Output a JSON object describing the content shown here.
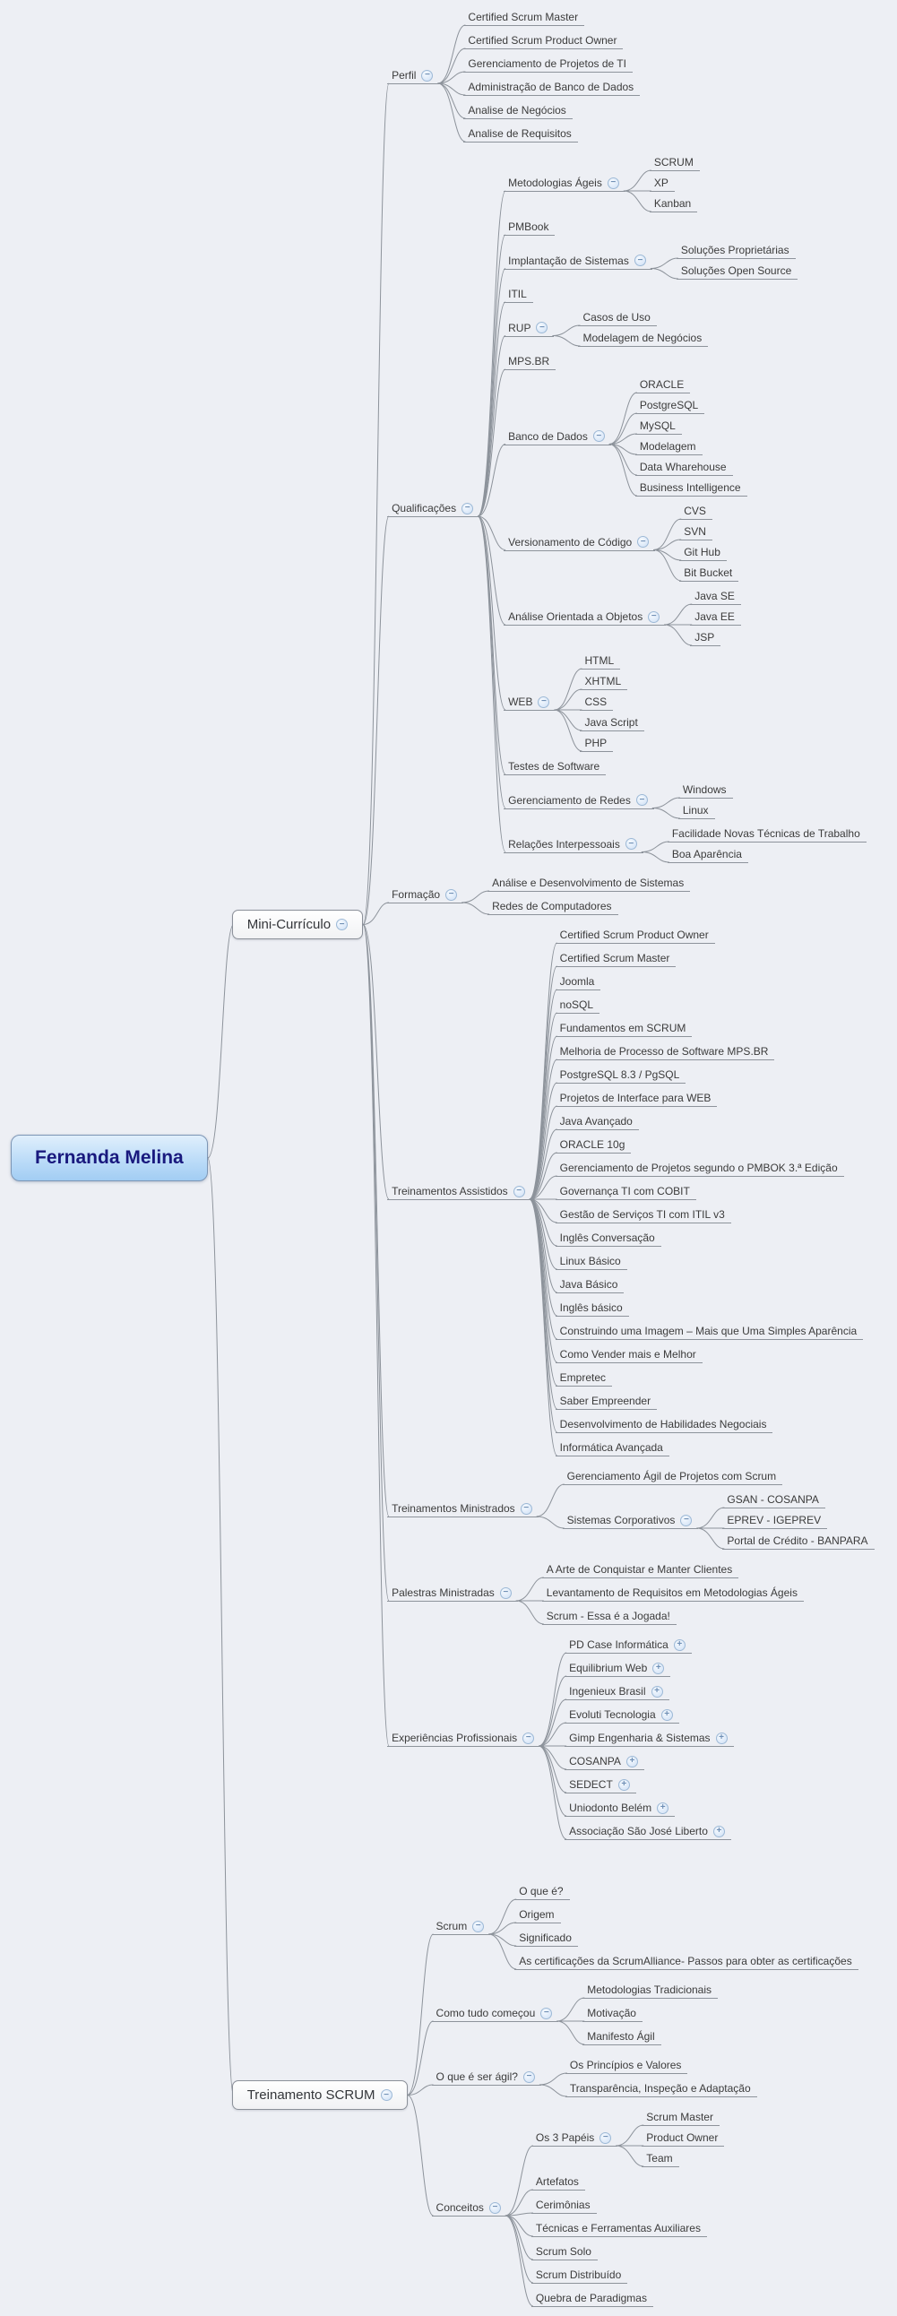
{
  "colors": {
    "background": "#edeff4",
    "connector_line": "#8d939b",
    "text": "#3b3b3b",
    "root_fill_top": "#e0effc",
    "root_fill_bottom": "#a2cdf3",
    "root_border": "#7d96b5",
    "root_text": "#19197e",
    "topic_fill": "#ffffff",
    "topic_border": "#8b9099",
    "toggle_fill": "#cfe0f5",
    "toggle_border": "#9db9d6"
  },
  "icons": {
    "collapse": "−",
    "expand": "+"
  },
  "mindmap": {
    "label": "Fernanda Melina",
    "style": "root",
    "children": [
      {
        "label": "Mini-Currículo",
        "style": "topic",
        "toggle": "minus",
        "children": [
          {
            "label": "Perfil",
            "toggle": "minus",
            "children": [
              {
                "label": "Certified Scrum Master"
              },
              {
                "label": "Certified Scrum Product Owner"
              },
              {
                "label": "Gerenciamento de Projetos de TI"
              },
              {
                "label": "Administração de Banco de Dados"
              },
              {
                "label": "Analise de Negócios"
              },
              {
                "label": "Analise de Requisitos"
              }
            ]
          },
          {
            "label": "Qualificações",
            "toggle": "minus",
            "children": [
              {
                "label": "Metodologias Ágeis",
                "toggle": "minus",
                "children": [
                  {
                    "label": "SCRUM"
                  },
                  {
                    "label": "XP"
                  },
                  {
                    "label": "Kanban"
                  }
                ]
              },
              {
                "label": "PMBook"
              },
              {
                "label": "Implantação de Sistemas",
                "toggle": "minus",
                "children": [
                  {
                    "label": "Soluções Proprietárias"
                  },
                  {
                    "label": "Soluções Open Source"
                  }
                ]
              },
              {
                "label": "ITIL"
              },
              {
                "label": "RUP",
                "toggle": "minus",
                "children": [
                  {
                    "label": "Casos de Uso"
                  },
                  {
                    "label": "Modelagem de Negócios"
                  }
                ]
              },
              {
                "label": "MPS.BR"
              },
              {
                "label": "Banco de Dados",
                "toggle": "minus",
                "children": [
                  {
                    "label": "ORACLE"
                  },
                  {
                    "label": "PostgreSQL"
                  },
                  {
                    "label": "MySQL"
                  },
                  {
                    "label": "Modelagem"
                  },
                  {
                    "label": "Data Wharehouse"
                  },
                  {
                    "label": "Business Intelligence"
                  }
                ]
              },
              {
                "label": "Versionamento de Código",
                "toggle": "minus",
                "children": [
                  {
                    "label": "CVS"
                  },
                  {
                    "label": "SVN"
                  },
                  {
                    "label": "Git Hub"
                  },
                  {
                    "label": "Bit Bucket"
                  }
                ]
              },
              {
                "label": "Análise Orientada a Objetos",
                "toggle": "minus",
                "children": [
                  {
                    "label": "Java SE"
                  },
                  {
                    "label": "Java EE"
                  },
                  {
                    "label": "JSP"
                  }
                ]
              },
              {
                "label": "WEB",
                "toggle": "minus",
                "children": [
                  {
                    "label": "HTML"
                  },
                  {
                    "label": "XHTML"
                  },
                  {
                    "label": "CSS"
                  },
                  {
                    "label": "Java Script"
                  },
                  {
                    "label": "PHP"
                  }
                ]
              },
              {
                "label": "Testes de Software"
              },
              {
                "label": "Gerenciamento de Redes",
                "toggle": "minus",
                "children": [
                  {
                    "label": "Windows"
                  },
                  {
                    "label": "Linux"
                  }
                ]
              },
              {
                "label": "Relações Interpessoais",
                "toggle": "minus",
                "children": [
                  {
                    "label": "Facilidade Novas Técnicas de Trabalho"
                  },
                  {
                    "label": "Boa Aparência"
                  }
                ]
              }
            ]
          },
          {
            "label": "Formação",
            "toggle": "minus",
            "children": [
              {
                "label": "Análise e Desenvolvimento de Sistemas"
              },
              {
                "label": "Redes de Computadores"
              }
            ]
          },
          {
            "label": "Treinamentos Assistidos",
            "toggle": "minus",
            "children": [
              {
                "label": "Certified Scrum Product Owner"
              },
              {
                "label": "Certified Scrum Master"
              },
              {
                "label": "Joomla"
              },
              {
                "label": "noSQL"
              },
              {
                "label": "Fundamentos em SCRUM"
              },
              {
                "label": "Melhoria de Processo de Software MPS.BR"
              },
              {
                "label": "PostgreSQL 8.3 / PgSQL"
              },
              {
                "label": "Projetos de Interface para WEB"
              },
              {
                "label": "Java Avançado"
              },
              {
                "label": "ORACLE 10g"
              },
              {
                "label": "Gerenciamento de Projetos segundo o PMBOK 3.ª Edição"
              },
              {
                "label": "Governança TI com COBIT"
              },
              {
                "label": "Gestão de Serviços TI com ITIL v3"
              },
              {
                "label": "Inglês Conversação"
              },
              {
                "label": "Linux Básico"
              },
              {
                "label": "Java Básico"
              },
              {
                "label": "Inglês básico"
              },
              {
                "label": "Construindo uma Imagem – Mais que Uma Simples Aparência"
              },
              {
                "label": "Como Vender mais e Melhor"
              },
              {
                "label": "Empretec"
              },
              {
                "label": "Saber Empreender"
              },
              {
                "label": "Desenvolvimento de Habilidades Negociais"
              },
              {
                "label": "Informática Avançada"
              }
            ]
          },
          {
            "label": "Treinamentos Ministrados",
            "toggle": "minus",
            "children": [
              {
                "label": "Gerenciamento Ágil de Projetos com Scrum"
              },
              {
                "label": "Sistemas Corporativos",
                "toggle": "minus",
                "children": [
                  {
                    "label": "GSAN - COSANPA"
                  },
                  {
                    "label": "EPREV - IGEPREV"
                  },
                  {
                    "label": "Portal de Crédito - BANPARA"
                  }
                ]
              }
            ]
          },
          {
            "label": "Palestras Ministradas",
            "toggle": "minus",
            "children": [
              {
                "label": "A Arte de Conquistar e Manter Clientes"
              },
              {
                "label": "Levantamento de Requisitos em Metodologias Ágeis"
              },
              {
                "label": "Scrum - Essa é a Jogada!"
              }
            ]
          },
          {
            "label": "Experiências Profissionais",
            "toggle": "minus",
            "children": [
              {
                "label": "PD Case Informática",
                "toggle": "plus"
              },
              {
                "label": "Equilibrium Web",
                "toggle": "plus"
              },
              {
                "label": "Ingenieux Brasil",
                "toggle": "plus"
              },
              {
                "label": "Evoluti Tecnologia",
                "toggle": "plus"
              },
              {
                "label": "Gimp Engenharia & Sistemas",
                "toggle": "plus"
              },
              {
                "label": "COSANPA",
                "toggle": "plus"
              },
              {
                "label": "SEDECT",
                "toggle": "plus"
              },
              {
                "label": "Uniodonto Belém",
                "toggle": "plus"
              },
              {
                "label": "Associação São José Liberto",
                "toggle": "plus"
              }
            ]
          }
        ]
      },
      {
        "label": "Treinamento SCRUM",
        "style": "topic",
        "toggle": "minus",
        "children": [
          {
            "label": "Scrum",
            "toggle": "minus",
            "children": [
              {
                "label": "O que é?"
              },
              {
                "label": "Origem"
              },
              {
                "label": "Significado"
              },
              {
                "label": "As certificações da ScrumAlliance- Passos para obter as certificações"
              }
            ]
          },
          {
            "label": "Como tudo começou",
            "toggle": "minus",
            "children": [
              {
                "label": "Metodologias Tradicionais"
              },
              {
                "label": "Motivação"
              },
              {
                "label": "Manifesto Ágil"
              }
            ]
          },
          {
            "label": "O que é ser ágil?",
            "toggle": "minus",
            "children": [
              {
                "label": "Os Princípios e Valores"
              },
              {
                "label": "Transparência, Inspeção e Adaptação"
              }
            ]
          },
          {
            "label": "Conceitos",
            "toggle": "minus",
            "children": [
              {
                "label": "Os 3 Papéis",
                "toggle": "minus",
                "children": [
                  {
                    "label": "Scrum Master"
                  },
                  {
                    "label": "Product Owner"
                  },
                  {
                    "label": "Team"
                  }
                ]
              },
              {
                "label": "Artefatos"
              },
              {
                "label": "Cerimônias"
              },
              {
                "label": "Técnicas e Ferramentas Auxiliares"
              },
              {
                "label": "Scrum Solo"
              },
              {
                "label": "Scrum Distribuído"
              },
              {
                "label": "Quebra de Paradigmas"
              }
            ]
          }
        ]
      }
    ]
  }
}
